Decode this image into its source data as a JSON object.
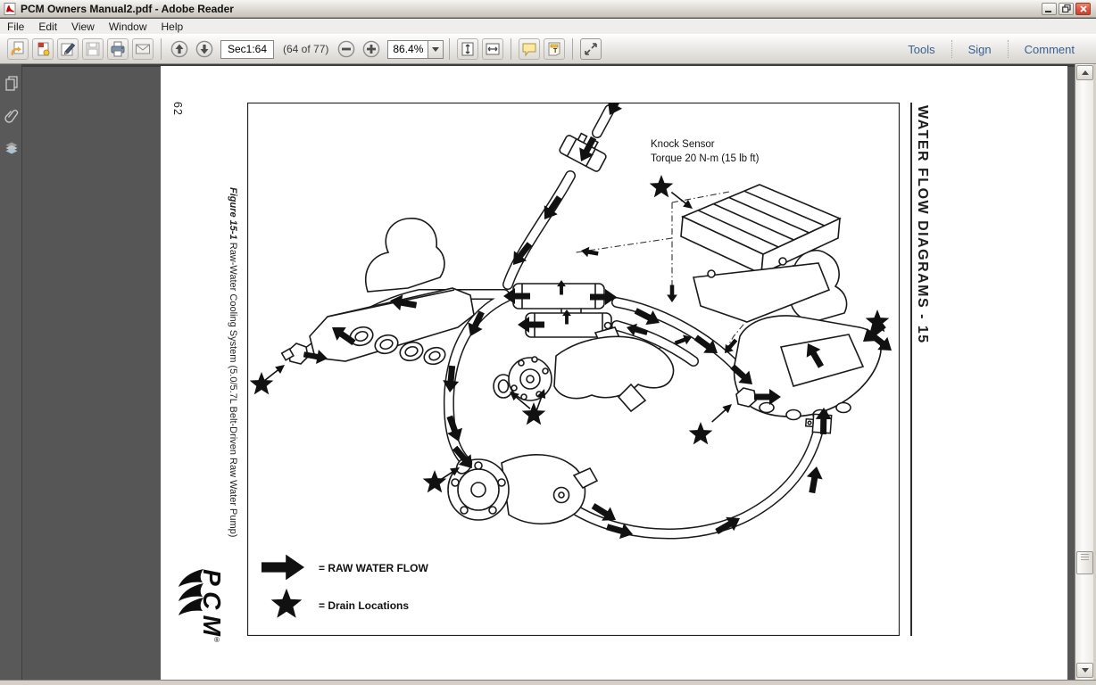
{
  "window": {
    "title": "PCM Owners Manual2.pdf - Adobe Reader"
  },
  "menu": {
    "items": [
      "File",
      "Edit",
      "View",
      "Window",
      "Help"
    ]
  },
  "toolbar": {
    "page_field": "Sec1:64",
    "page_count_label": "(64 of 77)",
    "zoom_value": "86.4%",
    "labels": {
      "tools": "Tools",
      "sign": "Sign",
      "comment": "Comment"
    }
  },
  "document": {
    "page_number": "62",
    "vertical_header": "WATER FLOW DIAGRAMS - 15",
    "figure_caption_bold": "Figure 15-1",
    "figure_caption_text": " Raw-Water Cooling System (5.0/5.7L Belt-Driven Raw Water Pump)",
    "knock_sensor_line1": "Knock Sensor",
    "knock_sensor_line2": "Torque 20 N-m (15 lb ft)",
    "legend": {
      "flow": "= RAW WATER FLOW",
      "drain": "= Drain Locations"
    },
    "logo": {
      "text": "PCM",
      "reg": "®"
    }
  },
  "colors": {
    "accent_blue": "#39618f",
    "pane_gray": "#565656",
    "close_red": "#d9533b",
    "ink": "#1a1a1a"
  }
}
